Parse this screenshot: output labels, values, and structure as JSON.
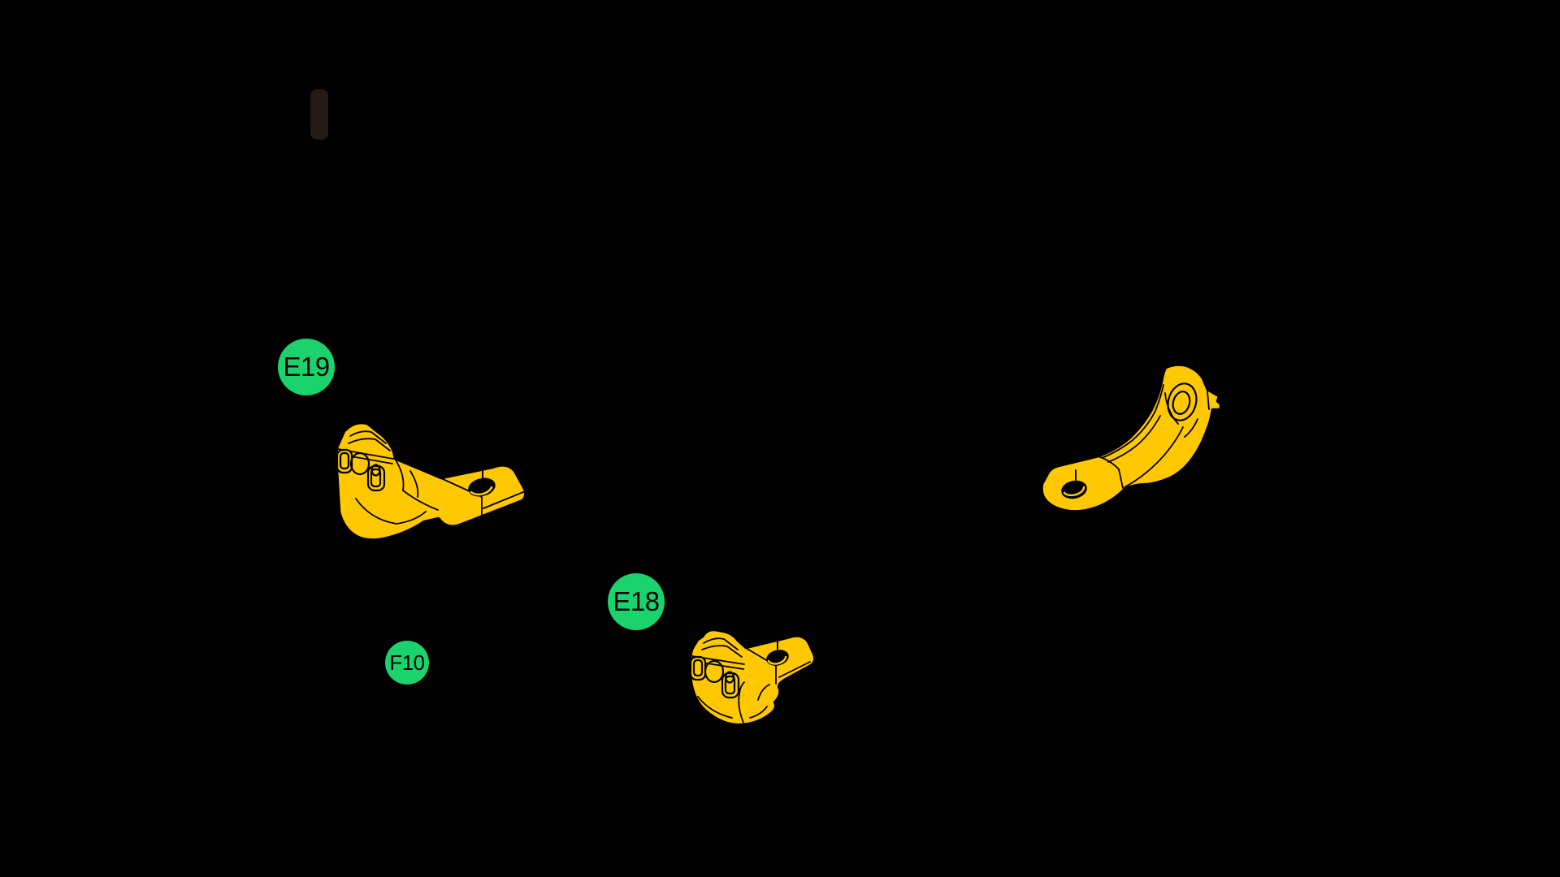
{
  "page": {
    "background": "#000000",
    "kind": "assembly parts callout diagram"
  },
  "colors": {
    "page_background": "#000000",
    "part_fill": "#FFC800",
    "part_outline": "#000000",
    "badge_fill": "#1AD36C",
    "badge_text": "#000000",
    "indicator_fill": "#241A16"
  },
  "badges": [
    {
      "label": "E19",
      "size": "large"
    },
    {
      "label": "E18",
      "size": "large"
    },
    {
      "label": "F10",
      "size": "small"
    }
  ],
  "parts": [
    {
      "name": "clip-bracket-large",
      "description": "yellow bracket with two clips, curved wall and flat plate with round hole"
    },
    {
      "name": "clip-bracket-small",
      "description": "yellow bracket with two clips, hook foot and small plate with round hole"
    },
    {
      "name": "curved-arch-bracket",
      "description": "yellow curved arch bracket with cylindrical boss and flat tab with round hole"
    }
  ],
  "indicator": {
    "shape": "rounded-rectangle"
  }
}
